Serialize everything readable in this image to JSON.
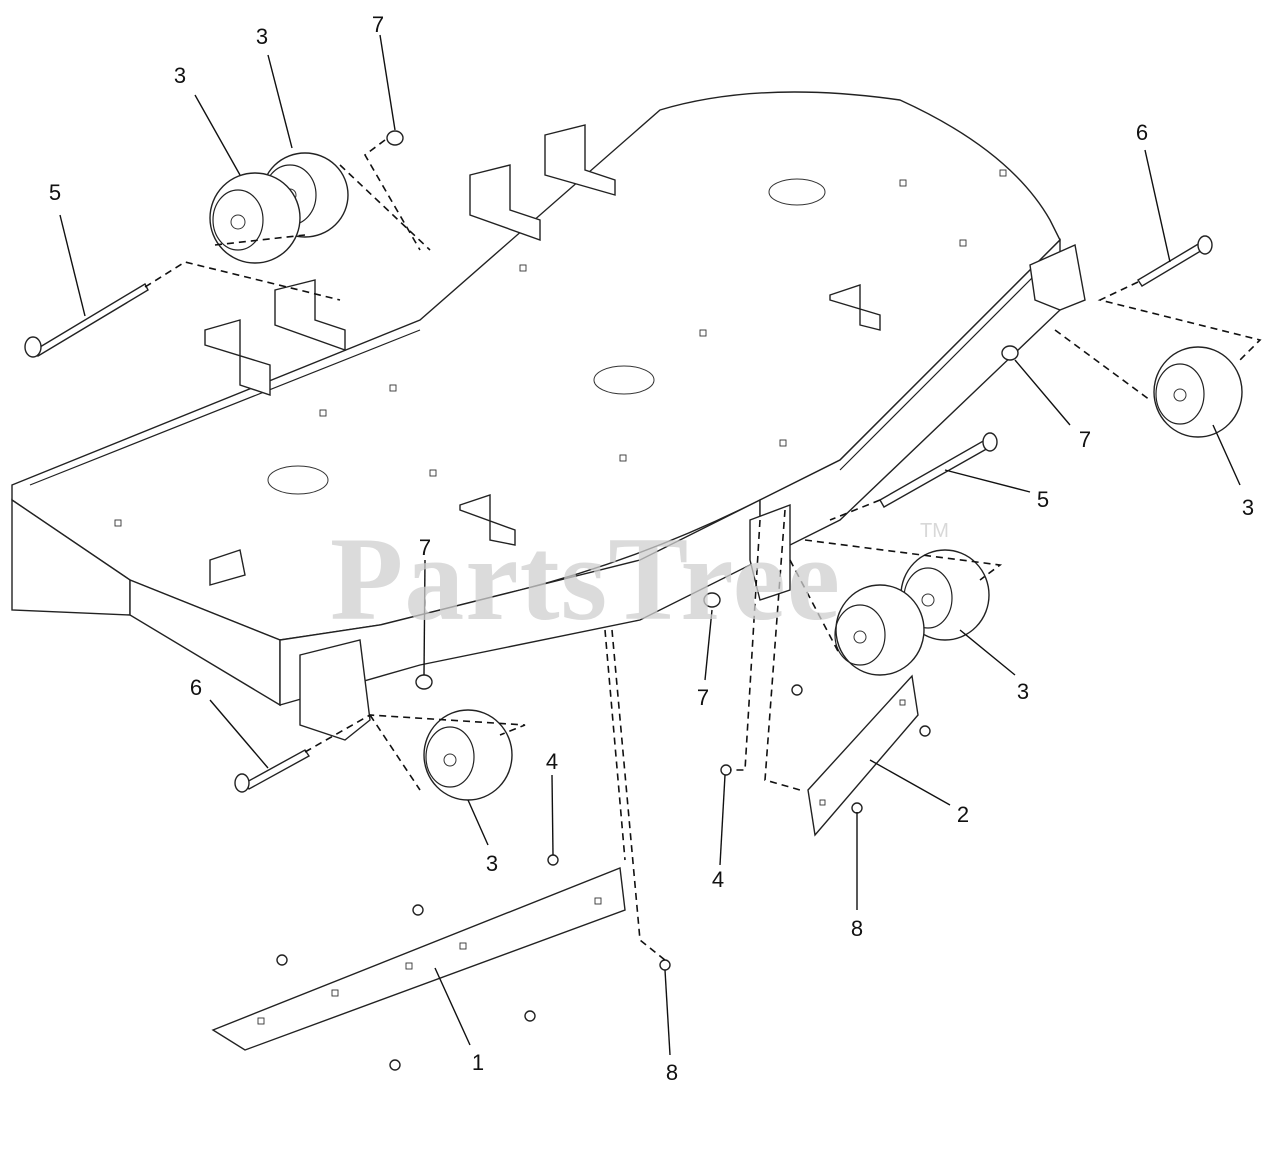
{
  "watermark": {
    "text": "PartsTree",
    "tm": "TM"
  },
  "callouts": [
    {
      "id": "c-3a",
      "label": "3"
    },
    {
      "id": "c-3b",
      "label": "3"
    },
    {
      "id": "c-7a",
      "label": "7"
    },
    {
      "id": "c-5a",
      "label": "5"
    },
    {
      "id": "c-6a",
      "label": "6"
    },
    {
      "id": "c-7b",
      "label": "7"
    },
    {
      "id": "c-3c",
      "label": "3"
    },
    {
      "id": "c-5b",
      "label": "5"
    },
    {
      "id": "c-7c",
      "label": "7"
    },
    {
      "id": "c-7d",
      "label": "7"
    },
    {
      "id": "c-3d",
      "label": "3"
    },
    {
      "id": "c-6b",
      "label": "6"
    },
    {
      "id": "c-3e",
      "label": "3"
    },
    {
      "id": "c-4a",
      "label": "4"
    },
    {
      "id": "c-4b",
      "label": "4"
    },
    {
      "id": "c-2",
      "label": "2"
    },
    {
      "id": "c-8a",
      "label": "8"
    },
    {
      "id": "c-1",
      "label": "1"
    },
    {
      "id": "c-8b",
      "label": "8"
    }
  ]
}
